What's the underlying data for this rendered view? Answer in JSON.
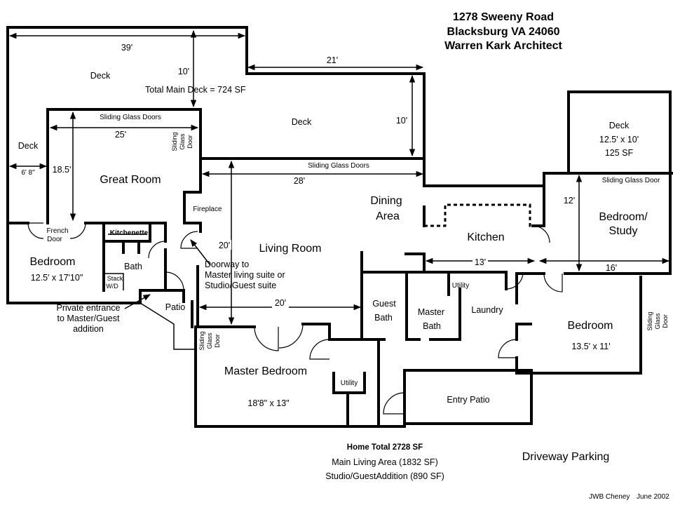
{
  "header": {
    "line1": "1278 Sweeny Road",
    "line2": "Blacksburg VA 24060",
    "line3": "Warren Kark Architect"
  },
  "rooms": {
    "deck_main": "Deck",
    "deck_main_center": "Deck",
    "deck_west": "Deck",
    "deck_east": "Deck",
    "deck_east_size": "12.5' x 10'",
    "deck_east_area": "125 SF",
    "deck_total": "Total Main  Deck = 724 SF",
    "great_room": "Great Room",
    "living_room": "Living Room",
    "dining_line1": "Dining",
    "dining_line2": "Area",
    "kitchen": "Kitchen",
    "bedroom_study_line1": "Bedroom/",
    "bedroom_study_line2": "Study",
    "bedroom_west": "Bedroom",
    "bedroom_west_size": "12.5' x 17'10\"",
    "bedroom_east": "Bedroom",
    "bedroom_east_size": "13.5' x 11'",
    "master_bedroom": "Master Bedroom",
    "master_bedroom_size": "18'8\" x 13\"",
    "guest_bath_line1": "Guest",
    "guest_bath_line2": "Bath",
    "master_bath_line1": "Master",
    "master_bath_line2": "Bath",
    "laundry": "Laundry",
    "bath": "Bath",
    "kitchenette": "Kitchenette",
    "patio": "Patio",
    "entry_patio": "Entry Patio",
    "utility_upper": "Utility",
    "utility_lower": "Utility",
    "fireplace": "Fireplace"
  },
  "doors": {
    "french_line1": "French",
    "french_line2": "Door",
    "sliding_great_top": "Sliding Glass Doors",
    "sliding_living_top": "Sliding Glass Doors",
    "sliding_study": "Sliding Glass Door",
    "sgd_line1": "Sliding",
    "sgd_line2": "Glass",
    "sgd_line3": "Door",
    "stack_line1": "Stack",
    "stack_line2": "W/D"
  },
  "dimensions": {
    "d39": "39'",
    "d21": "21'",
    "d10a": "10'",
    "d10b": "10'",
    "d25": "25'",
    "d18_5": "18.5'",
    "d6_8": "6' 8\"",
    "d28": "28'",
    "d20v": "20'",
    "d20h": "20'",
    "d13": "13'",
    "d12": "12'",
    "d16": "16'"
  },
  "notes": {
    "doorway_line1": "Doorway to",
    "doorway_line2": "Master living suite or",
    "doorway_line3": "Studio/Guest suite",
    "private_line1": "Private entrance",
    "private_line2": "to Master/Guest",
    "private_line3": "addition"
  },
  "totals": {
    "home_total": "Home Total 2728 SF",
    "main_living": "Main Living Area (1832 SF)",
    "studio_guest": "Studio/GuestAddition (890 SF)"
  },
  "driveway": "Driveway Parking",
  "credit": {
    "author": "JWB Cheney",
    "date": "June 2002"
  }
}
